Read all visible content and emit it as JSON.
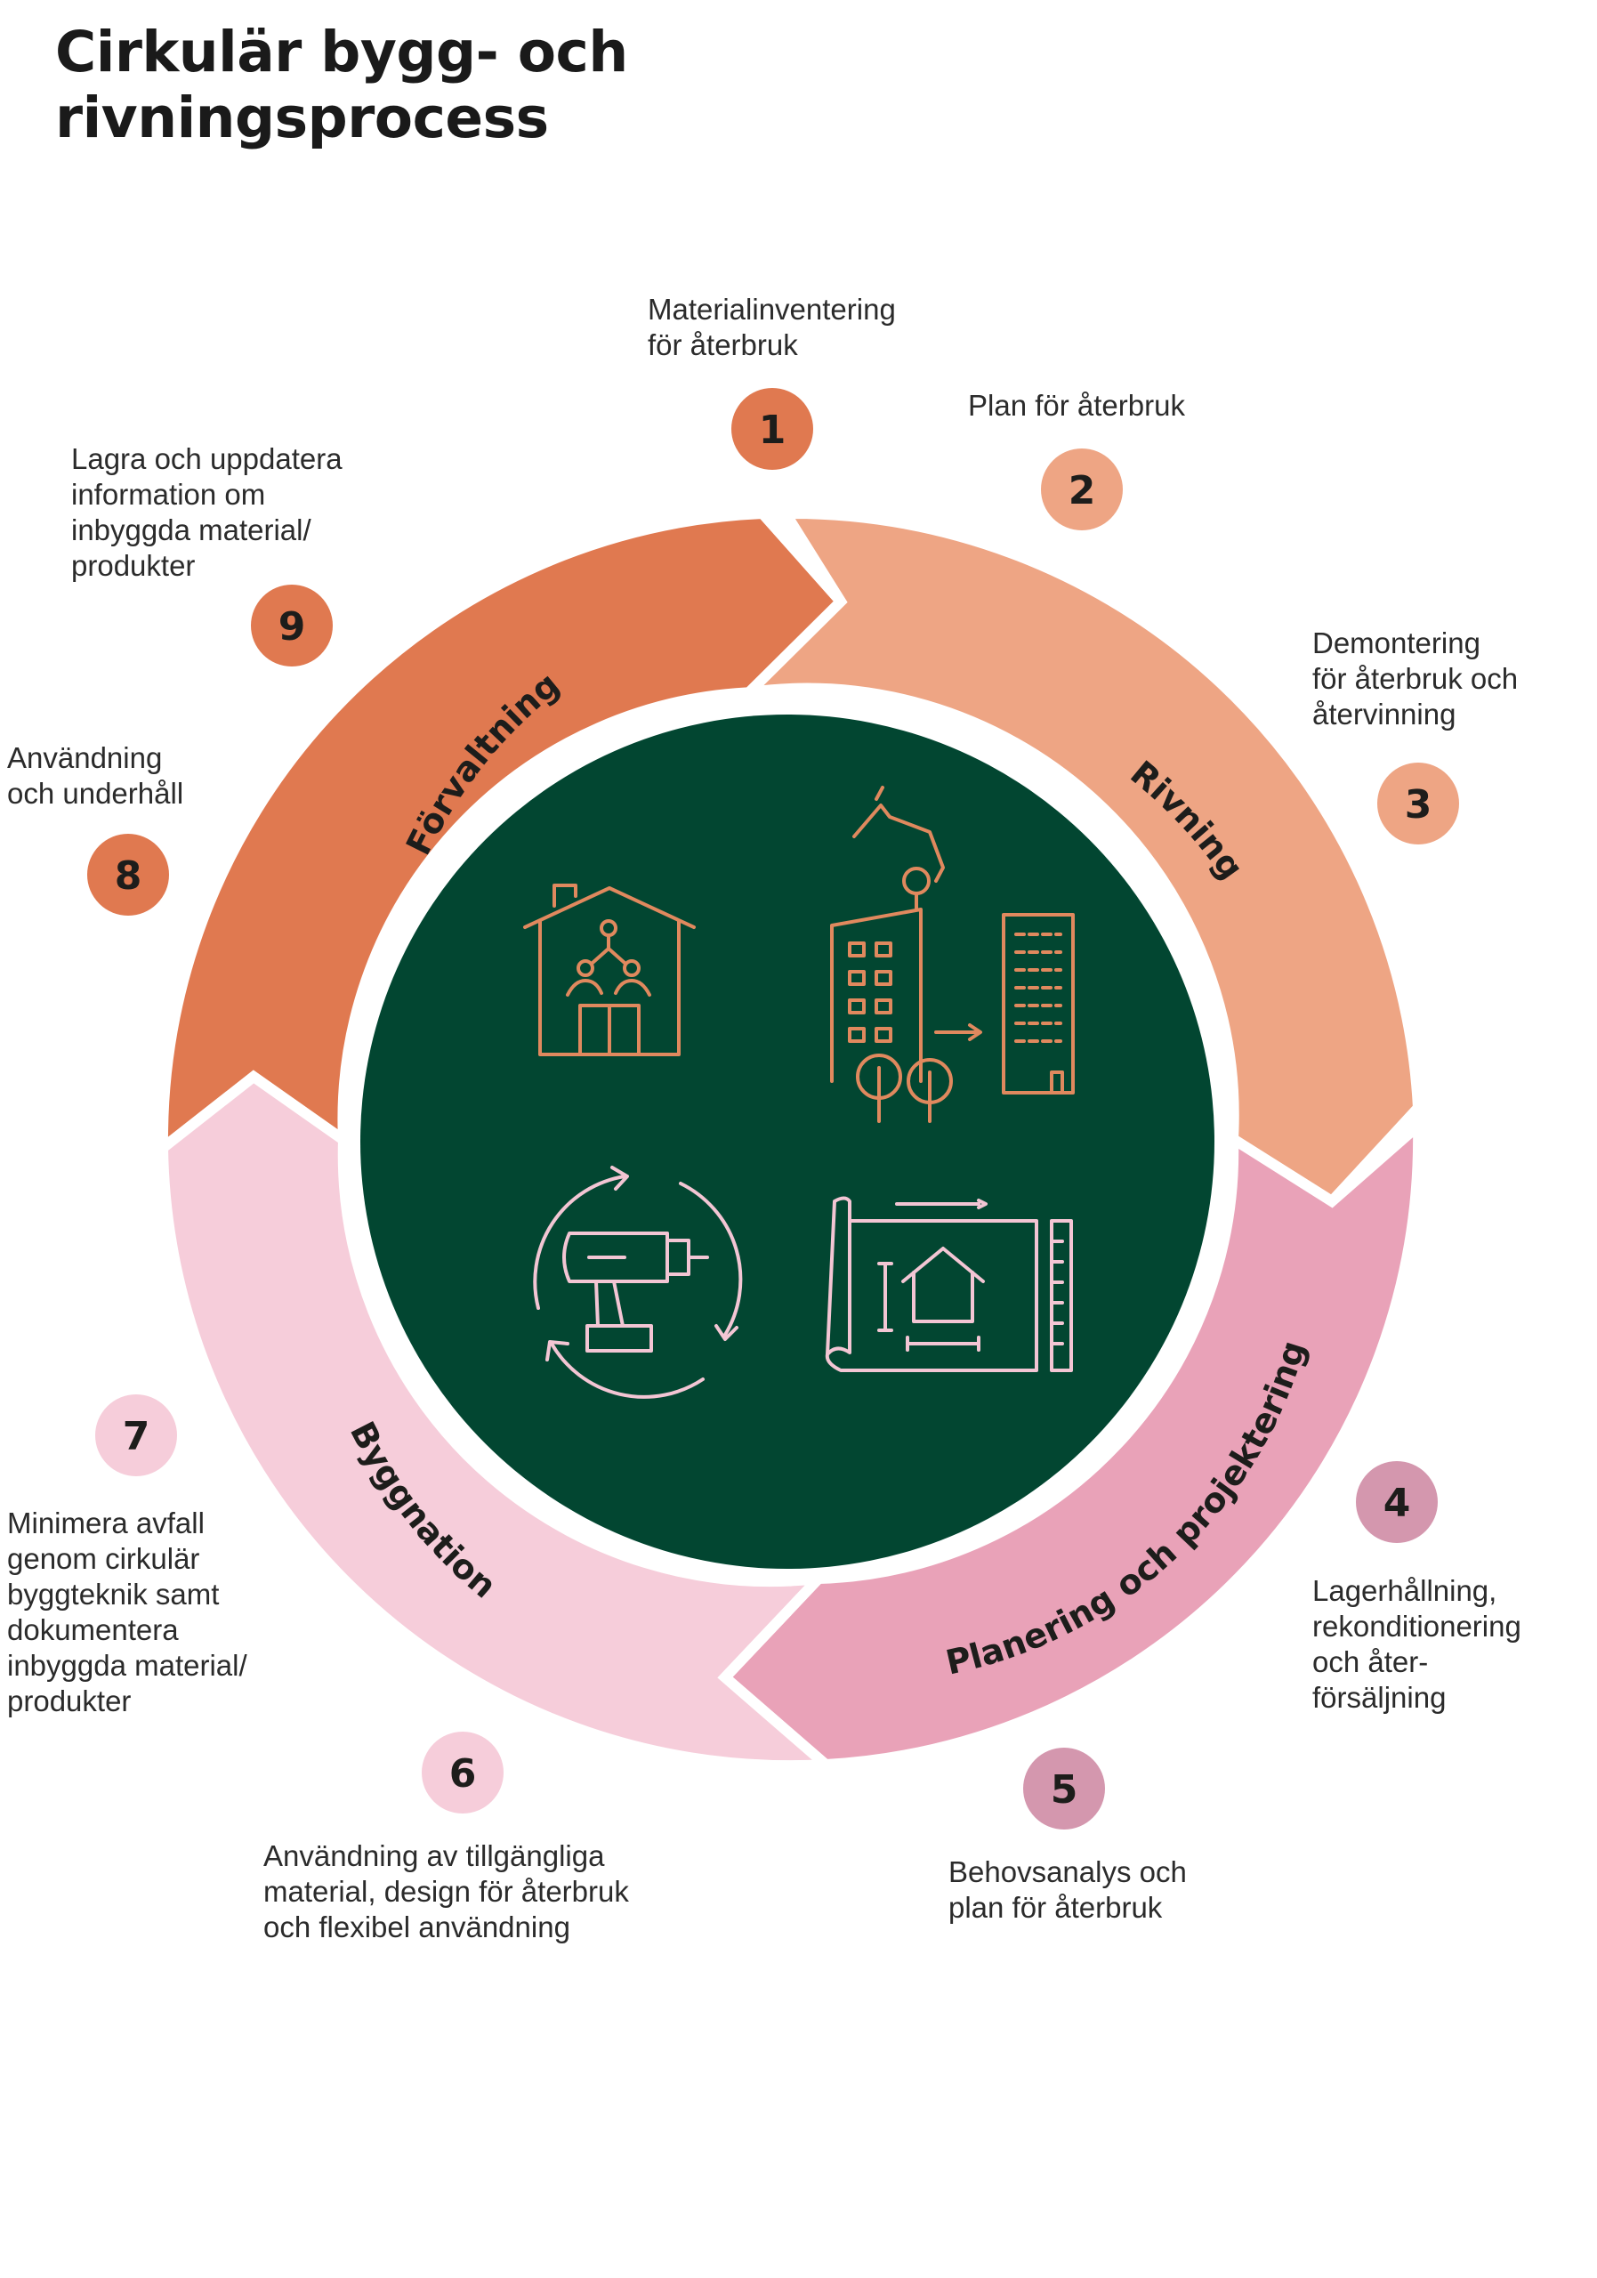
{
  "title": [
    "Cirkulär bygg- och",
    "rivningsprocess"
  ],
  "colors": {
    "center": "#024631",
    "forvaltning": "#e07950",
    "rivning": "#eea584",
    "planering": "#e9a2b8",
    "byggnation": "#f6cdda",
    "icon_orange": "#e0895e",
    "icon_pink": "#f3c6d4"
  },
  "phases": {
    "forvaltning": "Förvaltning",
    "rivning": "Rivning",
    "planering": "Planering och projektering",
    "byggnation": "Byggnation"
  },
  "steps": [
    {
      "number": "1",
      "text": "Materialinventering\nför återbruk",
      "color": "#e07950"
    },
    {
      "number": "2",
      "text": "Plan för återbruk",
      "color": "#eea584"
    },
    {
      "number": "3",
      "text": "Demontering\nför återbruk och\nåtervinning",
      "color": "#eea584"
    },
    {
      "number": "4",
      "text": "Lagerhållning,\nrekonditionering\noch åter-\nförsäljning",
      "color": "#d497ae"
    },
    {
      "number": "5",
      "text": "Behovsanalys och\nplan för återbruk",
      "color": "#d497ae"
    },
    {
      "number": "6",
      "text": "Användning av tillgängliga\nmaterial, design för återbruk\noch flexibel användning",
      "color": "#f6cdda"
    },
    {
      "number": "7",
      "text": "Minimera avfall\ngenom cirkulär\nbyggteknik samt\ndokumentera\ninbyggda material/\nprodukter",
      "color": "#f6cdda"
    },
    {
      "number": "8",
      "text": "Användning\noch underhåll",
      "color": "#e07950"
    },
    {
      "number": "9",
      "text": "Lagra och uppdatera\ninformation om\ninbyggda material/\nprodukter",
      "color": "#e07950"
    }
  ],
  "icons": [
    "management-house-icon",
    "demolition-building-icon",
    "drill-cycle-icon",
    "blueprint-icon"
  ]
}
